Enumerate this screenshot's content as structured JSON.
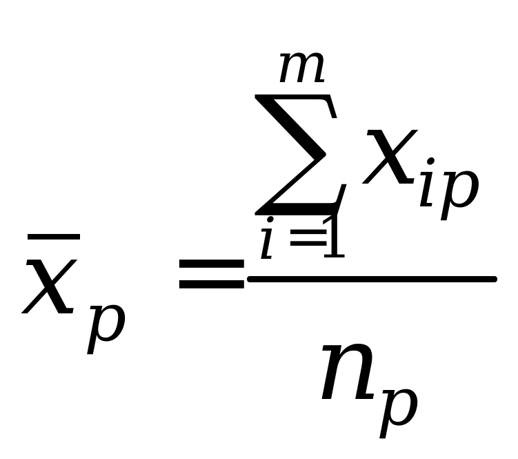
{
  "formula": {
    "lhs": {
      "variable": "x",
      "subscript": "p"
    },
    "equals": "=",
    "numerator": {
      "operator": "∑",
      "upper_limit": "m",
      "lower_limit_index": "i",
      "lower_limit_equals": "=",
      "lower_limit_value": "1",
      "summand_variable": "x",
      "summand_subscript": "ip"
    },
    "denominator": {
      "variable": "n",
      "subscript": "p"
    }
  }
}
